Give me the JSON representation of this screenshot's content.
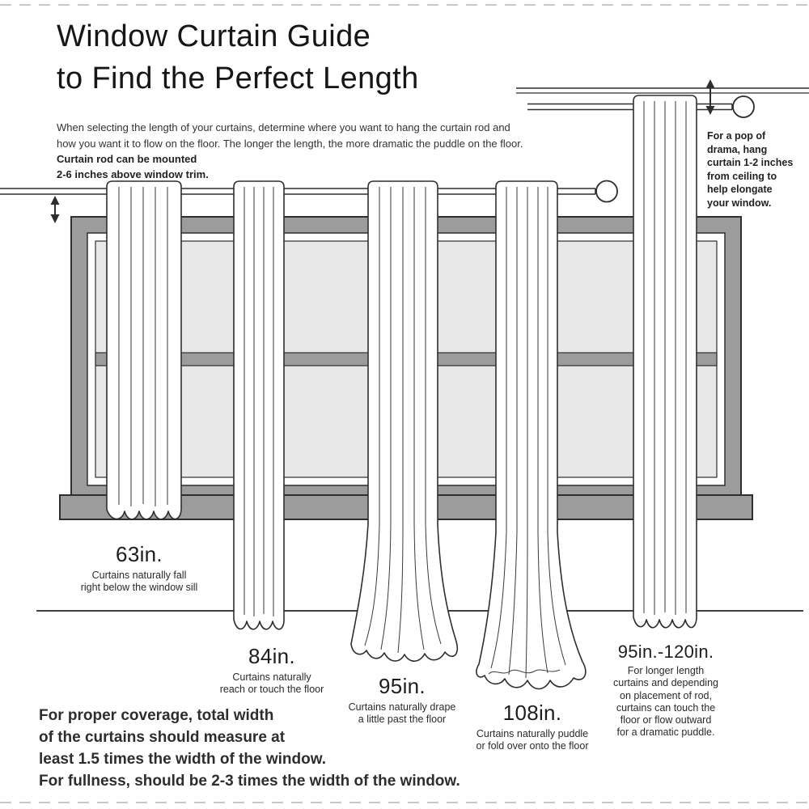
{
  "page": {
    "title": "Window Curtain Guide\nto Find the Perfect Length",
    "intro": "When selecting the length of your curtains, determine where you want to hang the curtain rod and\nhow you want it to flow on the floor. The longer the length, the more dramatic the puddle on the floor.",
    "rod_note": "Curtain rod can be mounted\n2-6 inches above window trim.",
    "ceiling_note": "For a pop of\ndrama, hang\ncurtain 1-2 inches\nfrom ceiling to\nhelp elongate\nyour window.",
    "footer_note": "For proper coverage, total width\nof the curtains should measure at\nleast 1.5 times the width of the window.\nFor fullness, should be 2-3 times the width of the window."
  },
  "curtains": [
    {
      "length": "63in.",
      "description": "Curtains naturally fall\nright below the window sill"
    },
    {
      "length": "84in.",
      "description": "Curtains naturally\nreach or touch the floor"
    },
    {
      "length": "95in.",
      "description": "Curtains naturally drape\na little past the floor"
    },
    {
      "length": "108in.",
      "description": "Curtains naturally puddle\nor fold over onto the floor"
    },
    {
      "length": "95in.-120in.",
      "description": "For longer length\ncurtains and depending\non placement of rod,\ncurtains can touch the\nfloor or flow outward\nfor a dramatic puddle."
    }
  ],
  "colors": {
    "frame_gray": "#9c9c9c",
    "glass_gray": "#e8e8e8",
    "outline_dark": "#2e2e2e",
    "dash_gray": "#c8c8c8",
    "background": "#ffffff"
  }
}
